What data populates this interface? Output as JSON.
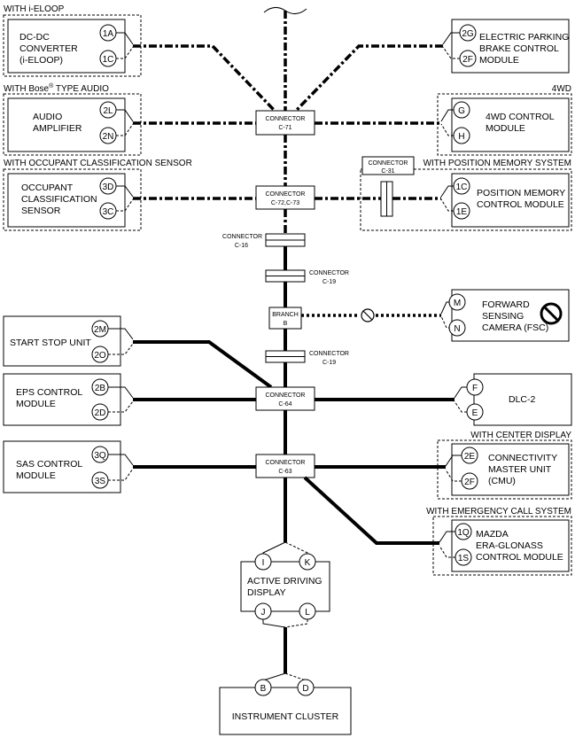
{
  "groups": {
    "eloop": "WITH i-ELOOP",
    "bose_pre": "WITH Bose",
    "bose_reg": "®",
    "bose_post": " TYPE AUDIO",
    "awd": "4WD",
    "occupant": "WITH OCCUPANT CLASSIFICATION SENSOR",
    "position_memory": "WITH POSITION MEMORY SYSTEM",
    "center_display": "WITH CENTER DISPLAY",
    "emergency_call": "WITH EMERGENCY CALL SYSTEM"
  },
  "modules": {
    "dcdc": [
      "DC-DC",
      "CONVERTER",
      "(i-ELOOP)"
    ],
    "epb": [
      "ELECTRIC PARKING",
      "BRAKE CONTROL",
      "MODULE"
    ],
    "audio": [
      "AUDIO",
      "AMPLIFIER"
    ],
    "awd": [
      "4WD CONTROL",
      "MODULE"
    ],
    "occupant": [
      "OCCUPANT",
      "CLASSIFICATION",
      "SENSOR"
    ],
    "position": [
      "POSITION MEMORY",
      "CONTROL MODULE"
    ],
    "fsc": [
      "FORWARD",
      "SENSING",
      "CAMERA (FSC)"
    ],
    "start_stop": [
      "START STOP UNIT"
    ],
    "eps": [
      "EPS CONTROL",
      "MODULE"
    ],
    "dlc": [
      "DLC-2"
    ],
    "sas": [
      "SAS CONTROL",
      "MODULE"
    ],
    "cmu": [
      "CONNECTIVITY",
      "MASTER UNIT",
      "(CMU)"
    ],
    "era": [
      "MAZDA",
      "ERA-GLONASS",
      "CONTROL MODULE"
    ],
    "add": [
      "ACTIVE DRIVING",
      "DISPLAY"
    ],
    "cluster": [
      "INSTRUMENT CLUSTER"
    ]
  },
  "pins": {
    "dcdc": [
      "1A",
      "1C"
    ],
    "epb": [
      "2G",
      "2F"
    ],
    "audio": [
      "2L",
      "2N"
    ],
    "awd": [
      "G",
      "H"
    ],
    "occupant": [
      "3D",
      "3C"
    ],
    "position": [
      "1C",
      "1E"
    ],
    "fsc": [
      "M",
      "N"
    ],
    "start_stop": [
      "2M",
      "2O"
    ],
    "eps": [
      "2B",
      "2D"
    ],
    "dlc": [
      "F",
      "E"
    ],
    "sas": [
      "3Q",
      "3S"
    ],
    "cmu": [
      "2E",
      "2F"
    ],
    "era": [
      "1Q",
      "1S"
    ],
    "add": [
      "I",
      "K",
      "J",
      "L"
    ],
    "cluster": [
      "B",
      "D"
    ]
  },
  "connectors": {
    "c71": [
      "CONNECTOR",
      "C-71"
    ],
    "c72": [
      "CONNECTOR",
      "C-72,C-73"
    ],
    "c31": [
      "CONNECTOR",
      "C-31"
    ],
    "c16": [
      "CONNECTOR",
      "C-16"
    ],
    "c19a": [
      "CONNECTOR",
      "C-19"
    ],
    "branch": [
      "BRANCH",
      "B"
    ],
    "c19b": [
      "CONNECTOR",
      "C-19"
    ],
    "c64": [
      "CONNECTOR",
      "C-64"
    ],
    "c63": [
      "CONNECTOR",
      "C-63"
    ]
  }
}
